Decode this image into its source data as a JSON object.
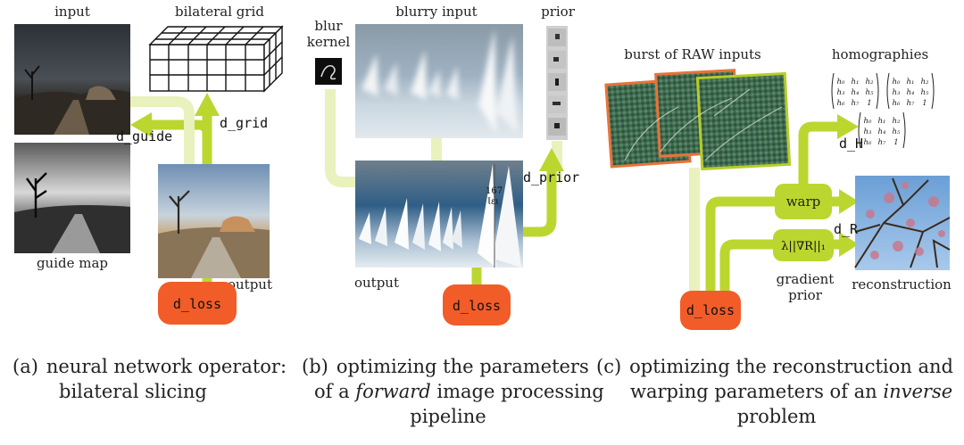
{
  "panel_a": {
    "input_label": "input",
    "grid_label": "bilateral grid",
    "guide_label": "guide map",
    "output_label": "output",
    "d_guide": "d_guide",
    "d_grid": "d_grid",
    "d_loss": "d_loss",
    "caption_tag": "(a)",
    "caption_line1": "neural network operator:",
    "caption_line2": "bilateral slicing"
  },
  "panel_b": {
    "blurry_label": "blurry input",
    "prior_label": "prior",
    "blur_line1": "blur",
    "blur_line2": "kernel",
    "output_label": "output",
    "d_prior": "d_prior",
    "d_loss": "d_loss",
    "sail_number_1": "167",
    "sail_number_2": "Ɩεɩ",
    "caption_tag": "(b)",
    "caption_line1": "optimizing the parameters",
    "caption_line2_pre": "of a ",
    "caption_line2_em": "forward",
    "caption_line2_post": " image processing",
    "caption_line3": "pipeline"
  },
  "panel_c": {
    "burst_label": "burst of RAW inputs",
    "homographies_label": "homographies",
    "warp_label": "warp",
    "gradient_prior_line1": "gradient",
    "gradient_prior_line2": "prior",
    "reconstruction_label": "reconstruction",
    "regularizer": "λ||∇R||₁",
    "d_H": "d_H",
    "d_R": "d_R",
    "d_loss": "d_loss",
    "matrix_rows": [
      [
        "h₀",
        "h₁",
        "h₂"
      ],
      [
        "h₃",
        "h₄",
        "h₅"
      ],
      [
        "h₆",
        "h₇",
        "1"
      ]
    ],
    "caption_tag": "(c)",
    "caption_line1": "optimizing the reconstruction and",
    "caption_line2_pre": "warping parameters of an ",
    "caption_line2_em": "inverse",
    "caption_line3": "problem"
  },
  "colors": {
    "flow_green": "#bcd630",
    "pale_green": "#e9f1bd",
    "loss_orange": "#f25c28",
    "burst_orange": "#e8733a",
    "burst_green": "#b8cc28"
  }
}
